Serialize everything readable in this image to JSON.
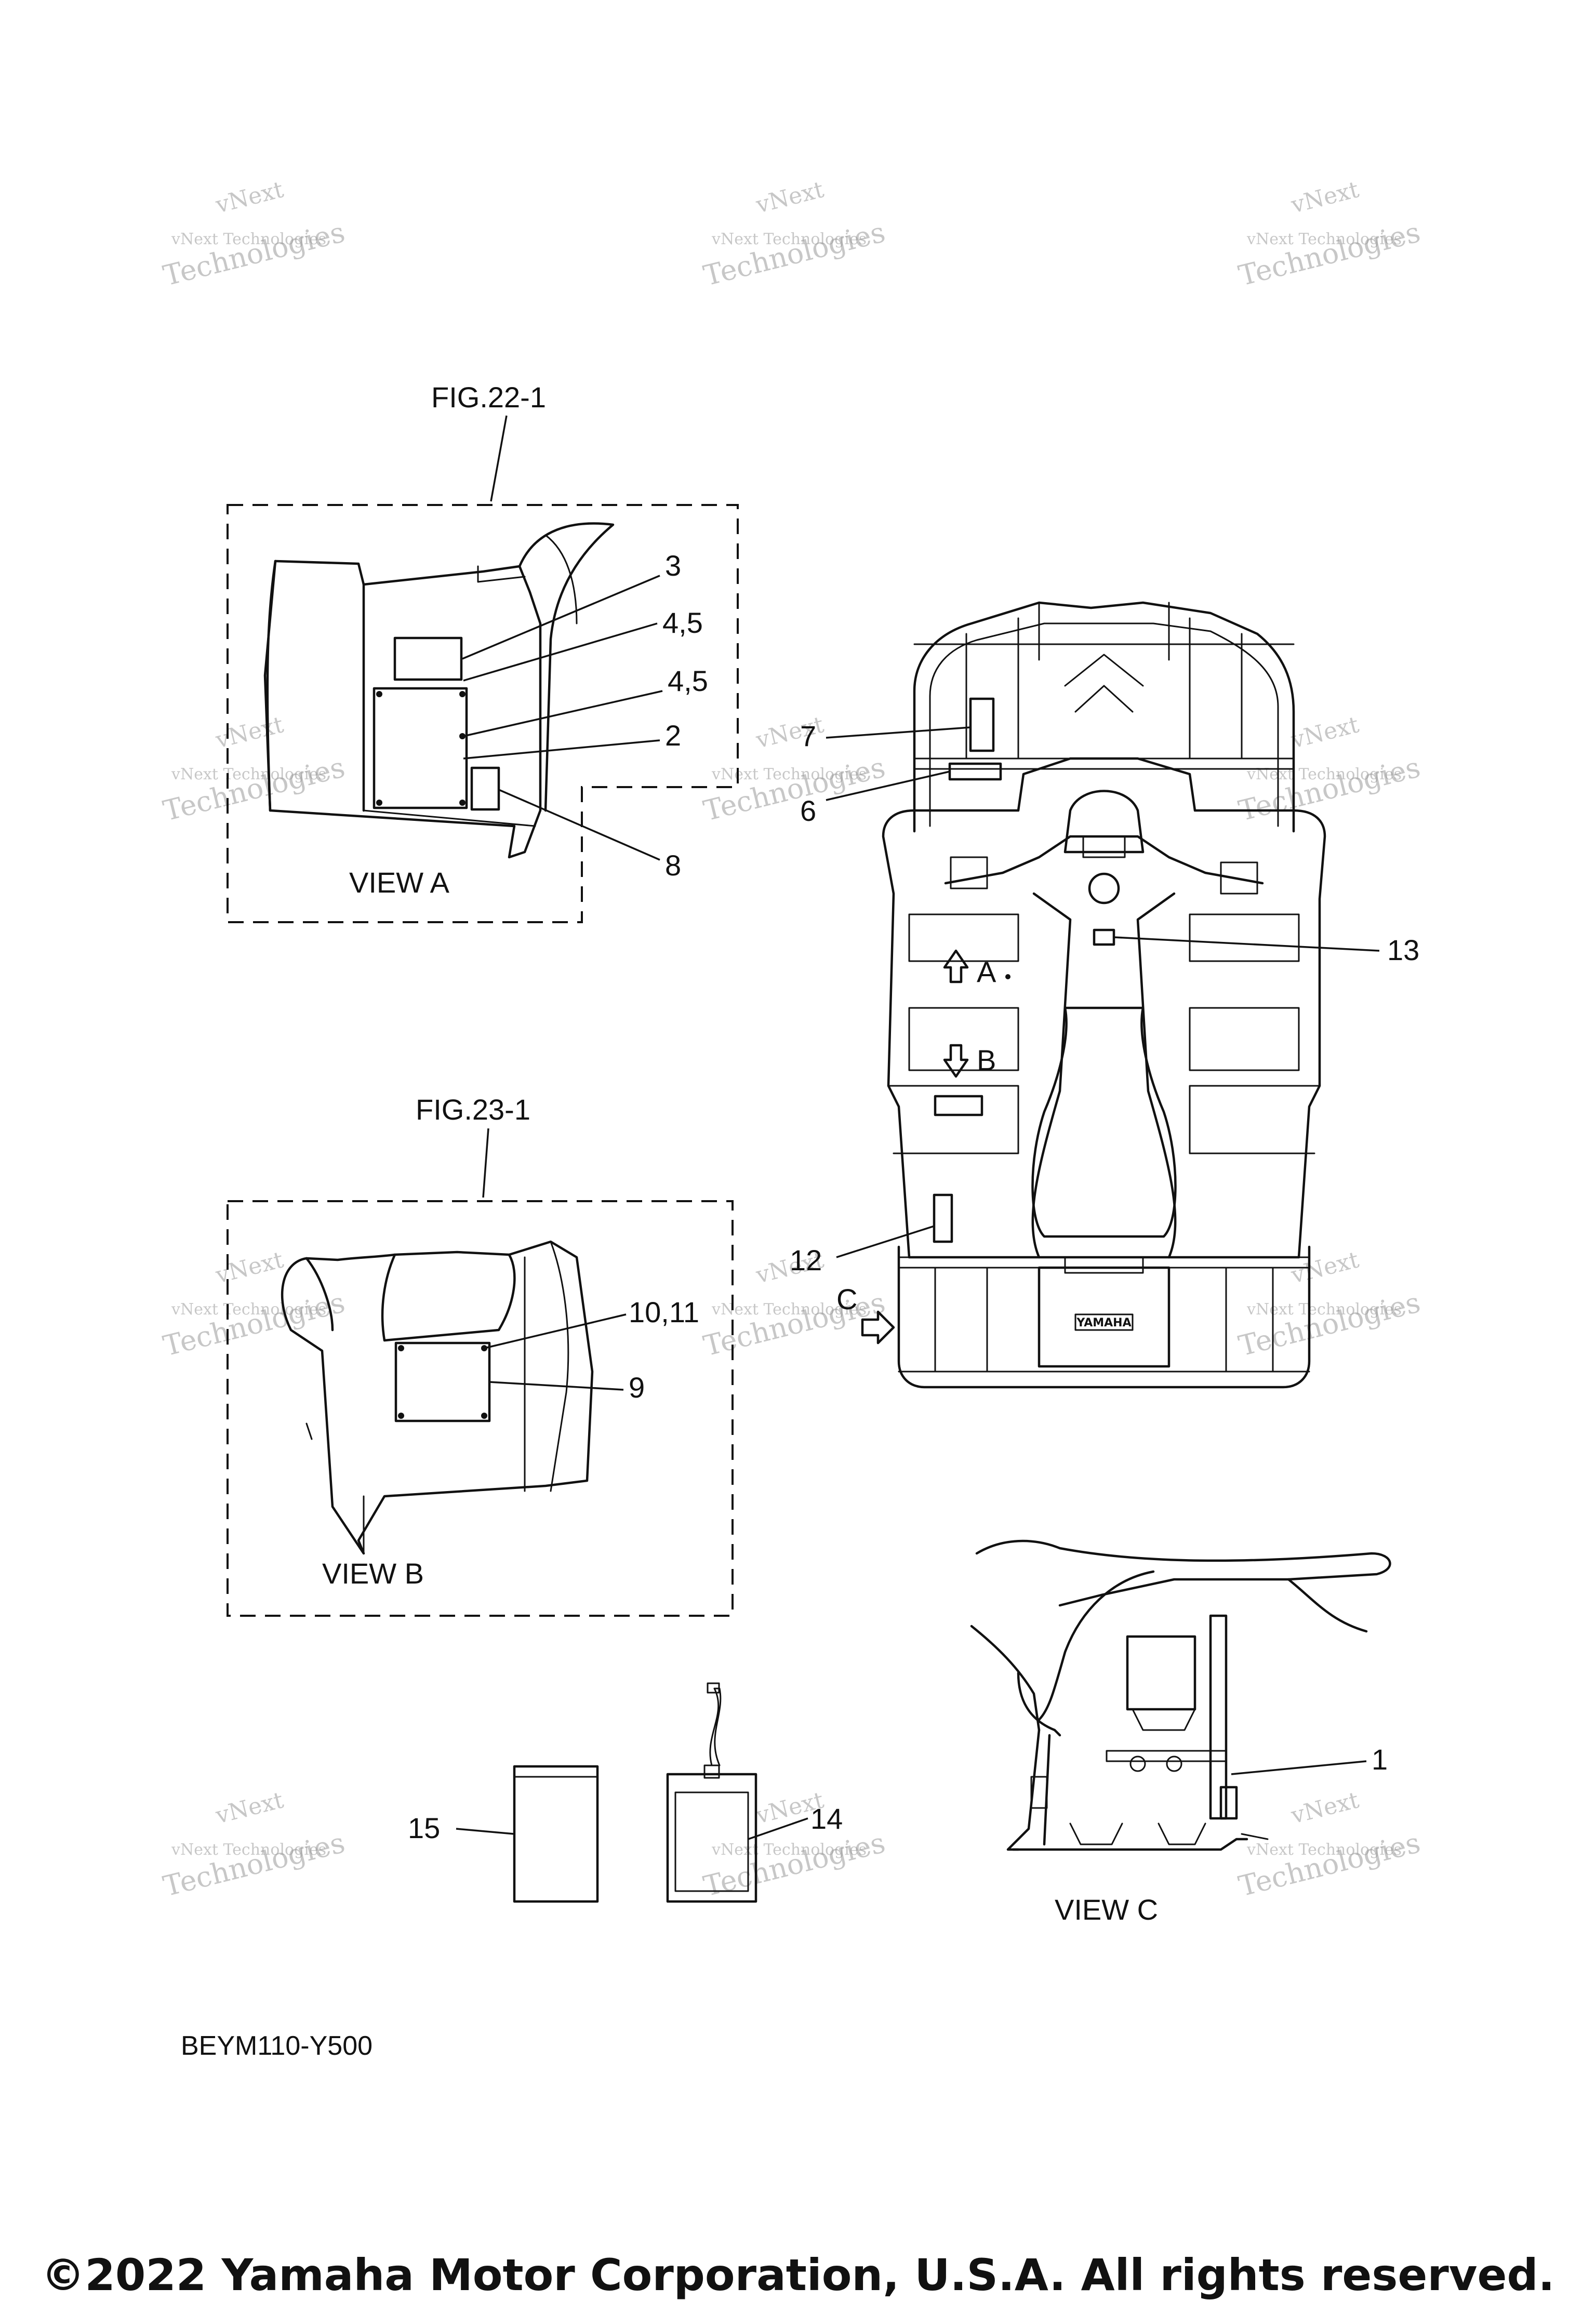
{
  "watermark": {
    "line1": "vNext",
    "line2": "vNext Technologies",
    "line3": "Technologies"
  },
  "figures": {
    "view_a": {
      "ref": "FIG.22-1",
      "title": "VIEW A"
    },
    "view_b": {
      "ref": "FIG.23-1",
      "title": "VIEW B"
    },
    "view_c": {
      "title": "VIEW C"
    }
  },
  "callouts": {
    "c1": "1",
    "c2": "2",
    "c3": "3",
    "c4_5a": "4,5",
    "c4_5b": "4,5",
    "c6": "6",
    "c7": "7",
    "c8": "8",
    "c9": "9",
    "c10_11": "10,11",
    "c12": "12",
    "c13": "13",
    "c14": "14",
    "c15": "15"
  },
  "view_markers": {
    "a": "A",
    "b": "B",
    "c": "C"
  },
  "brand_plate": "YAMAHA",
  "diagram_code": "BEYM110-Y500",
  "copyright": "©2022 Yamaha Motor Corporation, U.S.A. All rights reserved."
}
